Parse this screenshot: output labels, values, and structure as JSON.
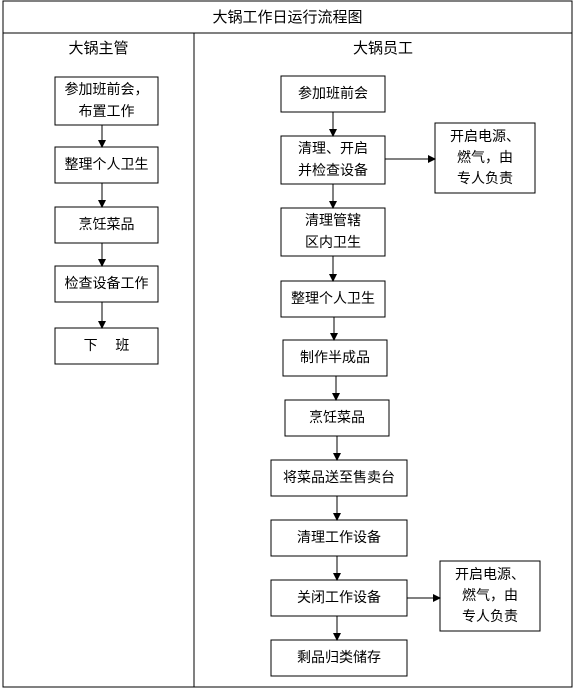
{
  "title": "大锅工作日运行流程图",
  "lanes": {
    "left": "大锅主管",
    "right": "大锅员工"
  },
  "left_steps": [
    "参加班前会，\n布置工作",
    "整理个人卫生",
    "烹饪菜品",
    "检查设备工作",
    "下    班"
  ],
  "right_steps": [
    "参加班前会",
    "清理、开启\n并检查设备",
    "清理管辖\n区内卫生",
    "整理个人卫生",
    "制作半成品",
    "烹饪菜品",
    "将菜品送至售卖台",
    "清理工作设备",
    "关闭工作设备",
    "剩品归类储存"
  ],
  "side_notes": [
    "开启电源、\n燃气，由\n专人负责",
    "开启电源、\n燃气，由\n专人负责"
  ]
}
